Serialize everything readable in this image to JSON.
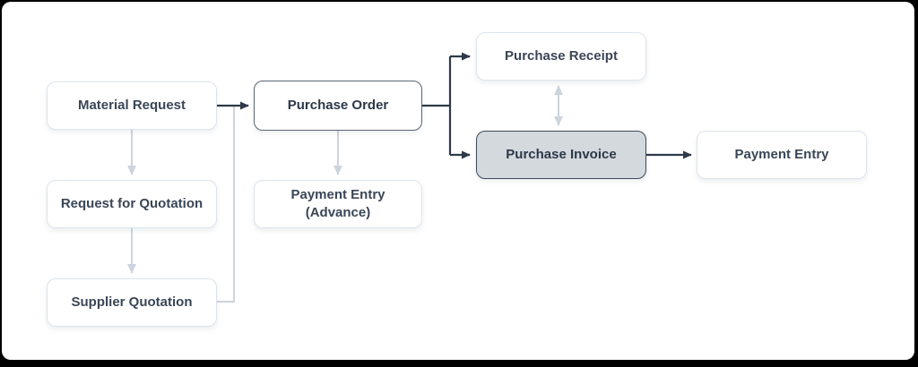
{
  "diagram": {
    "nodes": [
      {
        "id": "material-request",
        "label": "Material Request",
        "style": "default"
      },
      {
        "id": "request-for-quotation",
        "label": "Request for Quotation",
        "style": "default"
      },
      {
        "id": "supplier-quotation",
        "label": "Supplier Quotation",
        "style": "default"
      },
      {
        "id": "purchase-order",
        "label": "Purchase Order",
        "style": "outlined-bold"
      },
      {
        "id": "payment-entry-advance",
        "label": "Payment Entry\n(Advance)",
        "style": "default"
      },
      {
        "id": "purchase-receipt",
        "label": "Purchase Receipt",
        "style": "default"
      },
      {
        "id": "purchase-invoice",
        "label": "Purchase Invoice",
        "style": "highlighted"
      },
      {
        "id": "payment-entry",
        "label": "Payment Entry",
        "style": "default"
      }
    ],
    "edges": [
      {
        "from": "material-request",
        "to": "purchase-order",
        "type": "arrow",
        "tone": "dark"
      },
      {
        "from": "material-request",
        "to": "request-for-quotation",
        "type": "arrow",
        "tone": "light"
      },
      {
        "from": "request-for-quotation",
        "to": "supplier-quotation",
        "type": "arrow",
        "tone": "light"
      },
      {
        "from": "supplier-quotation",
        "to": "purchase-order",
        "type": "elbow-line",
        "tone": "light"
      },
      {
        "from": "purchase-order",
        "to": "purchase-receipt",
        "type": "arrow",
        "tone": "dark"
      },
      {
        "from": "purchase-order",
        "to": "purchase-invoice",
        "type": "arrow",
        "tone": "dark"
      },
      {
        "from": "purchase-order",
        "to": "payment-entry-advance",
        "type": "arrow",
        "tone": "light"
      },
      {
        "from": "purchase-receipt",
        "to": "purchase-invoice",
        "type": "double-arrow",
        "tone": "light"
      },
      {
        "from": "purchase-invoice",
        "to": "payment-entry",
        "type": "arrow",
        "tone": "dark"
      }
    ],
    "colors": {
      "outer_background": "#000000",
      "card_background": "#ffffff",
      "dark_line": "#2e3a49",
      "light_line": "#ccd4dd",
      "node_border_light": "#dde4eb",
      "node_border_strong": "#5a6677",
      "node_border_active": "#3e4a5b",
      "highlight_fill": "#d4d9de",
      "text": "#3a4656"
    }
  }
}
